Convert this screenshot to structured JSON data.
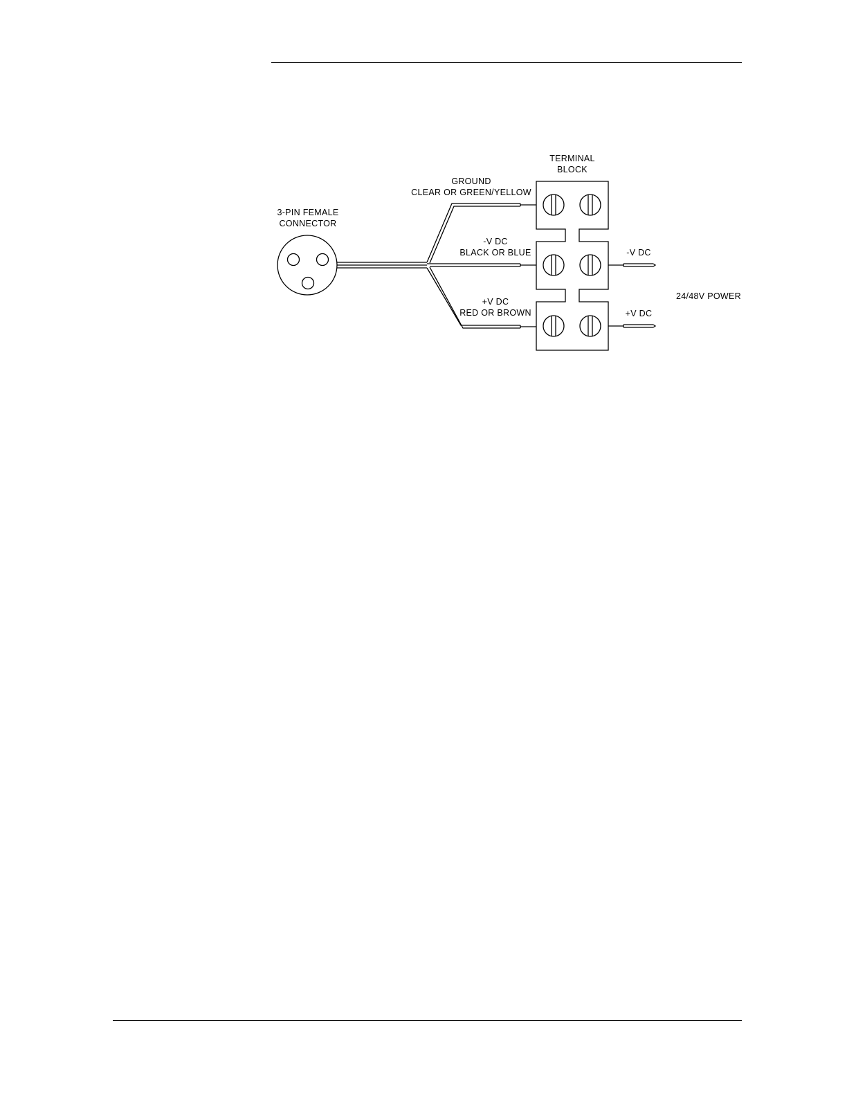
{
  "diagram": {
    "connector": {
      "label_line1": "3-PIN FEMALE",
      "label_line2": "CONNECTOR"
    },
    "terminal_block": {
      "label_line1": "TERMINAL",
      "label_line2": "BLOCK"
    },
    "wires": [
      {
        "label_line1": "GROUND",
        "label_line2": "CLEAR OR GREEN/YELLOW"
      },
      {
        "label_line1": "-V DC",
        "label_line2": "BLACK OR BLUE"
      },
      {
        "label_line1": "+V DC",
        "label_line2": "RED OR BROWN"
      }
    ],
    "power_leads": [
      {
        "label": "-V DC"
      },
      {
        "label": "+V DC"
      }
    ],
    "power_label": "24/48V POWER"
  }
}
